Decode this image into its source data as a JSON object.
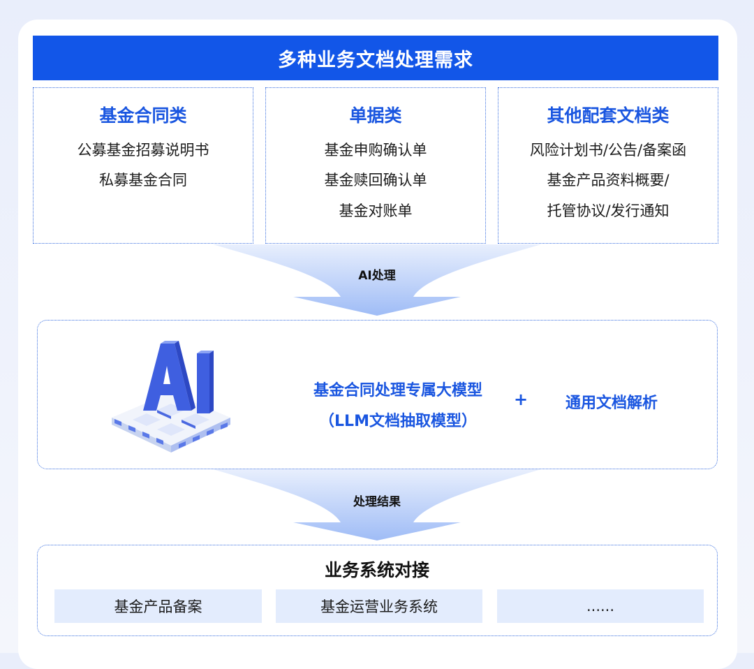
{
  "header": {
    "title": "多种业务文档处理需求"
  },
  "categories": [
    {
      "title": "基金合同类",
      "items": [
        "公募基金招募说明书",
        "私募基金合同"
      ]
    },
    {
      "title": "单据类",
      "items": [
        "基金申购确认单",
        "基金赎回确认单",
        "基金对账单"
      ]
    },
    {
      "title": "其他配套文档类",
      "items": [
        "风险计划书/公告/备案函",
        "基金产品资料概要/",
        "托管协议/发行通知"
      ]
    }
  ],
  "arrows": {
    "first_label": "AI处理",
    "second_label": "处理结果"
  },
  "model": {
    "logo_text": "AI",
    "line1": "基金合同处理专属大模型",
    "line2": "（LLM文档抽取模型）",
    "plus": "+",
    "general": "通用文档解析"
  },
  "systems": {
    "title": "业务系统对接",
    "items": [
      "基金产品备案",
      "基金运营业务系统",
      "......"
    ]
  },
  "colors": {
    "primary": "#1256e8",
    "accent_text": "#1a56e0",
    "arrow_fill": "#bcd2fb",
    "chip_bg": "#e3ecfd"
  }
}
